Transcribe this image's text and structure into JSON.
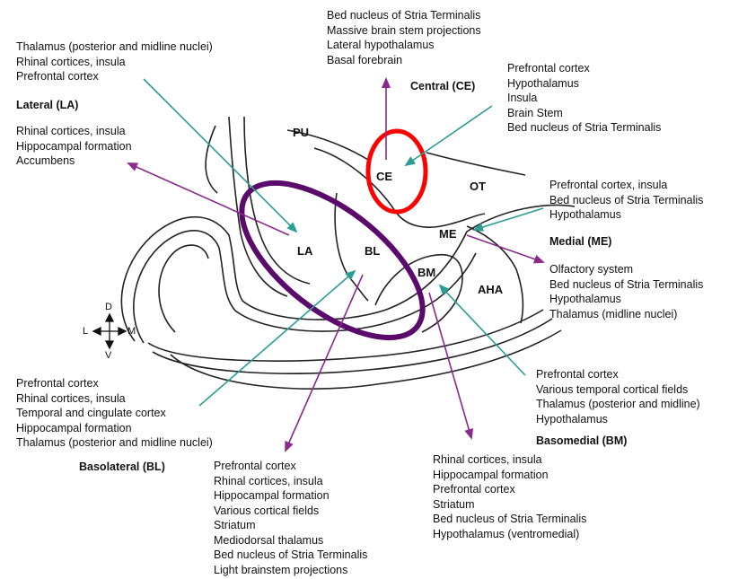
{
  "colors": {
    "teal": "#2a9d94",
    "purple": "#8a2a8a",
    "red_circle": "#ff0000",
    "dark_purple_oval": "#5a0a6a",
    "outline": "#222222"
  },
  "regions": {
    "pu": "PU",
    "ce": "CE",
    "ot": "OT",
    "me": "ME",
    "la": "LA",
    "bl": "BL",
    "bm": "BM",
    "aha": "AHA"
  },
  "compass": {
    "d": "D",
    "v": "V",
    "l": "L",
    "m": "M"
  },
  "lateral_input": {
    "lines": [
      "Thalamus (posterior and midline nuclei)",
      "Rhinal cortices, insula",
      "Prefrontal cortex"
    ]
  },
  "lateral_title": "Lateral (LA)",
  "lateral_output": {
    "lines": [
      "Rhinal cortices, insula",
      "Hippocampal formation",
      "Accumbens"
    ]
  },
  "central_output": {
    "lines": [
      "Bed nucleus of Stria Terminalis",
      "Massive brain stem projections",
      "Lateral hypothalamus",
      "Basal forebrain"
    ]
  },
  "central_title": "Central (CE)",
  "central_input": {
    "lines": [
      "Prefrontal cortex",
      "Hypothalamus",
      "Insula",
      "Brain Stem",
      "Bed nucleus of Stria Terminalis"
    ]
  },
  "medial_input": {
    "lines": [
      "Prefrontal cortex, insula",
      "Bed nucleus of Stria Terminalis",
      "Hypothalamus"
    ]
  },
  "medial_title": "Medial (ME)",
  "medial_output": {
    "lines": [
      "Olfactory system",
      "Bed nucleus of Stria Terminalis",
      "Hypothalamus",
      "Thalamus (midline nuclei)"
    ]
  },
  "basomedial_input": {
    "lines": [
      "Prefrontal cortex",
      "Various temporal cortical fields",
      "Thalamus (posterior and midline)",
      "Hypothalamus"
    ]
  },
  "basomedial_title": "Basomedial (BM)",
  "basomedial_output": {
    "lines": [
      "Rhinal cortices, insula",
      "Hippocampal formation",
      "Prefrontal cortex",
      "Striatum",
      "Bed nucleus of Stria Terminalis",
      "Hypothalamus (ventromedial)"
    ]
  },
  "basolateral_input": {
    "lines": [
      "Prefrontal cortex",
      "Rhinal cortices, insula",
      "Temporal and cingulate cortex",
      "Hippocampal formation",
      "Thalamus (posterior and midline nuclei)"
    ]
  },
  "basolateral_title": "Basolateral (BL)",
  "basolateral_output": {
    "lines": [
      "Prefrontal cortex",
      "Rhinal cortices, insula",
      "Hippocampal formation",
      "Various cortical fields",
      "Striatum",
      "Mediodorsal thalamus",
      "Bed nucleus of Stria Terminalis",
      "Light brainstem projections"
    ]
  }
}
